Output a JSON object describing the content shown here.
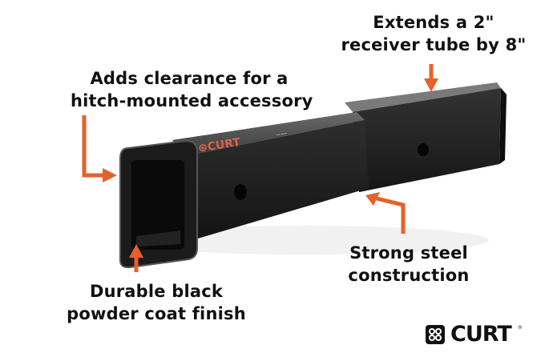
{
  "callouts": {
    "top_right": {
      "line1": "Extends a 2\"",
      "line2": "receiver tube by 8\""
    },
    "top_left": {
      "line1": "Adds clearance for a",
      "line2": "hitch-mounted accessory"
    },
    "bottom_left": {
      "line1": "Durable black",
      "line2": "powder coat finish"
    },
    "bottom_right": {
      "line1": "Strong steel",
      "line2": "construction"
    }
  },
  "brand": {
    "logo_text": "CURT",
    "reg_mark": "®",
    "product_stamp": "CURT"
  },
  "colors": {
    "arrow": "#e4622b",
    "text": "#111111",
    "product": "#1c1c1c",
    "stamp": "#d9634a",
    "background": "#ffffff"
  }
}
